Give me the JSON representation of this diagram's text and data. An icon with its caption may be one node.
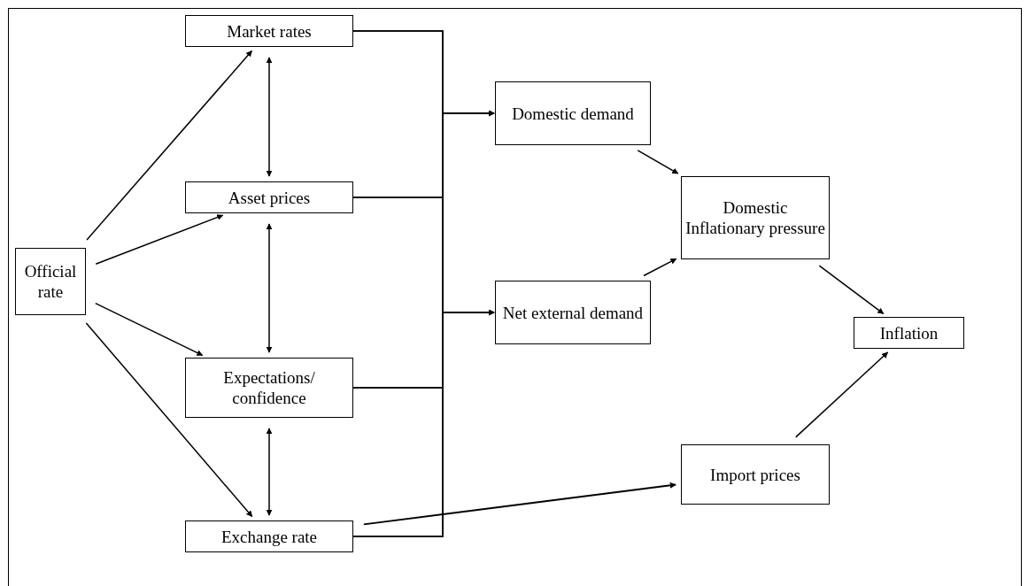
{
  "diagram": {
    "nodes": [
      {
        "text": [
          "Official rate"
        ]
      },
      {
        "text": [
          "Market rates"
        ]
      },
      {
        "text": [
          "Asset prices"
        ]
      },
      {
        "text": [
          "Expectations/ confidence"
        ]
      },
      {
        "text": [
          "Exchange rate"
        ]
      },
      {
        "text": [
          "Domestic demand"
        ]
      },
      {
        "text": [
          "Net external demand"
        ]
      },
      {
        "text": [
          "Domestic Inflationary pressure"
        ]
      },
      {
        "text": [
          "Inflation"
        ]
      },
      {
        "text": [
          "Import prices"
        ]
      }
    ],
    "edges": [
      {
        "from": 0,
        "to": 1,
        "arrow": "to"
      },
      {
        "from": 0,
        "to": 2,
        "arrow": "to"
      },
      {
        "from": 0,
        "to": 3,
        "arrow": "to"
      },
      {
        "from": 0,
        "to": 4,
        "arrow": "to"
      },
      {
        "from": 1,
        "to": 2,
        "arrow": "both"
      },
      {
        "from": 2,
        "to": 3,
        "arrow": "both"
      },
      {
        "from": 3,
        "to": 4,
        "arrow": "both"
      },
      {
        "from": 1,
        "to": 5,
        "arrow": "to"
      },
      {
        "from": 1,
        "to": 6,
        "arrow": "to"
      },
      {
        "from": 2,
        "to": 5,
        "arrow": "to"
      },
      {
        "from": 2,
        "to": 6,
        "arrow": "to"
      },
      {
        "from": 3,
        "to": 5,
        "arrow": "to"
      },
      {
        "from": 3,
        "to": 6,
        "arrow": "to"
      },
      {
        "from": 4,
        "to": 5,
        "arrow": "to"
      },
      {
        "from": 4,
        "to": 6,
        "arrow": "to"
      },
      {
        "from": 5,
        "to": 7,
        "arrow": "to"
      },
      {
        "from": 6,
        "to": 7,
        "arrow": "to"
      },
      {
        "from": 7,
        "to": 8,
        "arrow": "to"
      },
      {
        "from": 4,
        "to": 9,
        "arrow": "to"
      },
      {
        "from": 9,
        "to": 8,
        "arrow": "to"
      }
    ]
  }
}
